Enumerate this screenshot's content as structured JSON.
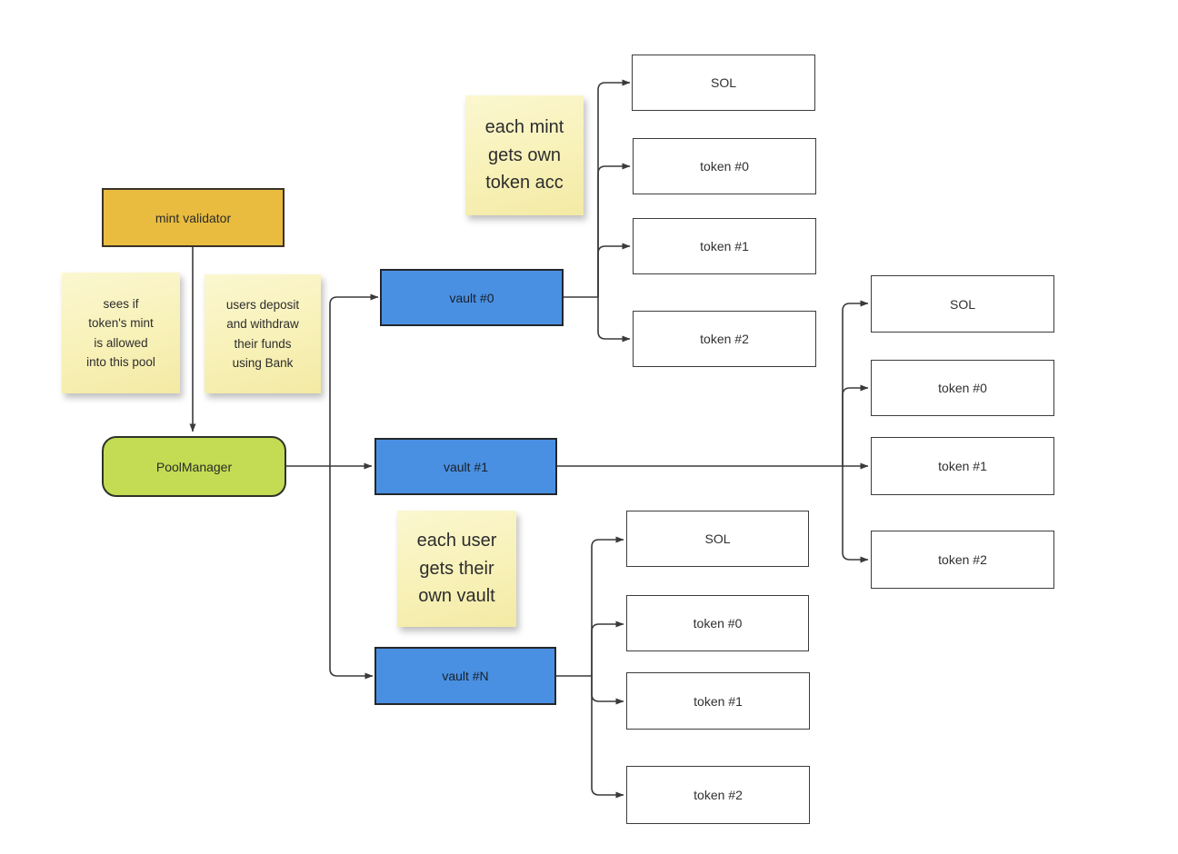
{
  "nodes": {
    "mint_validator": "mint validator",
    "pool_manager": "PoolManager",
    "vault_0": "vault #0",
    "vault_1": "vault #1",
    "vault_n": "vault #N"
  },
  "notes": {
    "mint_check": "sees if\ntoken's mint\nis allowed\ninto this pool",
    "bank_usage": "users deposit\nand withdraw\ntheir funds\nusing Bank",
    "mint_token_acc": "each mint\ngets own\ntoken acc",
    "user_vault": "each user\ngets their\nown vault"
  },
  "token_groups": [
    {
      "source_vault": "vault #0",
      "accounts": [
        "SOL",
        "token #0",
        "token #1",
        "token #2"
      ]
    },
    {
      "source_vault": "vault #1",
      "accounts": [
        "SOL",
        "token #0",
        "token #1",
        "token #2"
      ]
    },
    {
      "source_vault": "vault #N",
      "accounts": [
        "SOL",
        "token #0",
        "token #1",
        "token #2"
      ]
    }
  ],
  "edges": [
    {
      "from": "mint validator",
      "to": "PoolManager"
    },
    {
      "from": "PoolManager",
      "to": "vault #0"
    },
    {
      "from": "PoolManager",
      "to": "vault #1"
    },
    {
      "from": "PoolManager",
      "to": "vault #N"
    },
    {
      "from": "vault #0",
      "to": [
        "SOL",
        "token #0",
        "token #1",
        "token #2"
      ]
    },
    {
      "from": "vault #1",
      "to": [
        "SOL",
        "token #0",
        "token #1",
        "token #2"
      ]
    },
    {
      "from": "vault #N",
      "to": [
        "SOL",
        "token #0",
        "token #1",
        "token #2"
      ]
    }
  ],
  "colors": {
    "vault_blue": "#4a90e2",
    "manager_green": "#c3dc53",
    "validator_gold": "#e9bc3f",
    "note_yellow": "#f8f1b8",
    "account_fill": "#ffffff",
    "wire": "#3a3a3a",
    "canvas": "#ffffff"
  }
}
